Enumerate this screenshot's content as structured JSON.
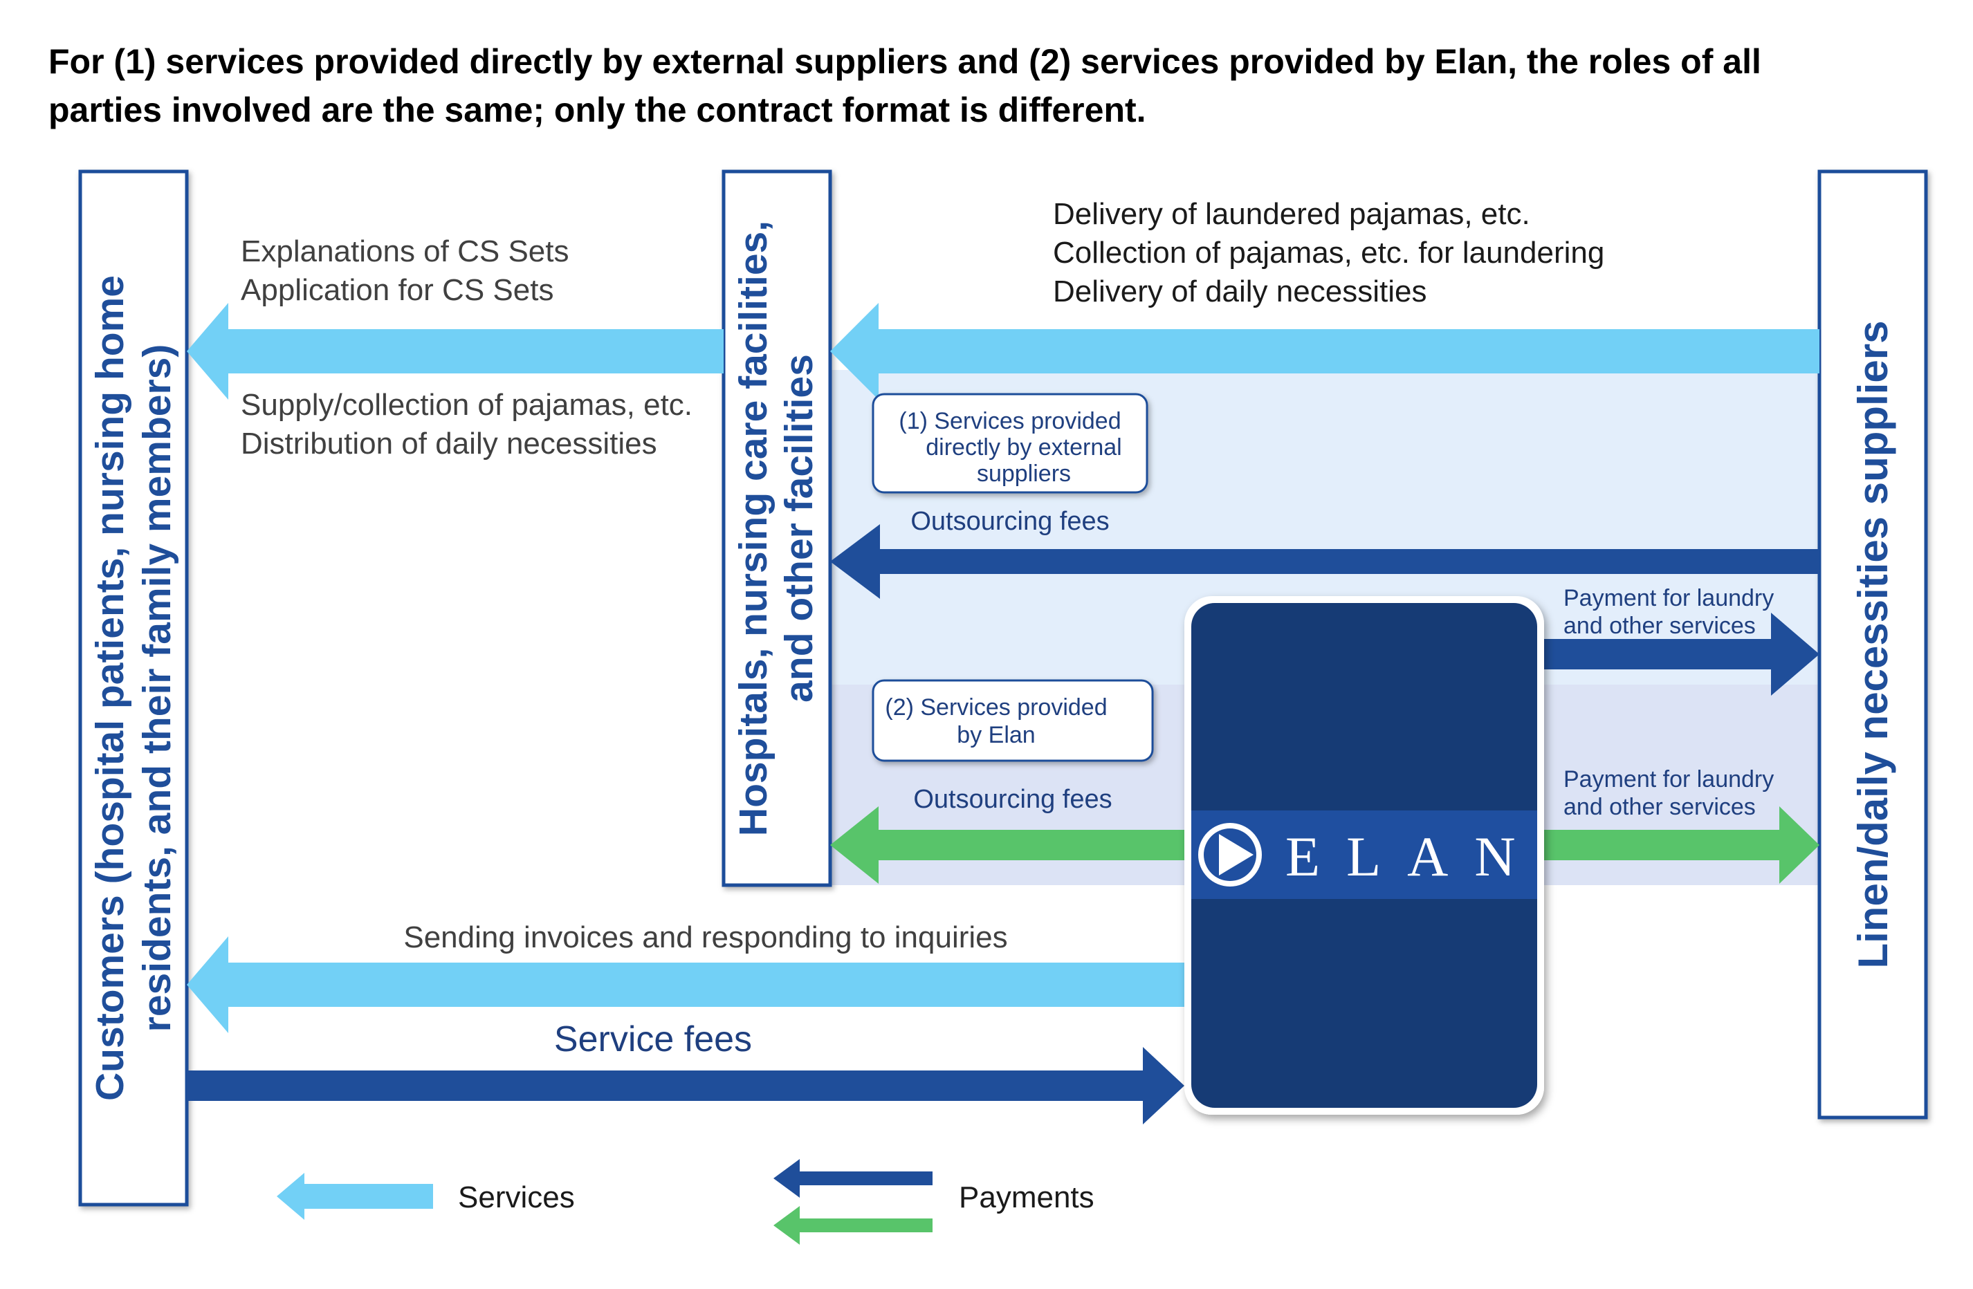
{
  "title_lines": [
    "For (1) services provided directly by external suppliers and (2) services provided by Elan, the roles of all",
    "parties involved are the same; only the contract format is different."
  ],
  "boxes": {
    "customers": [
      "Customers (hospital patients, nursing home",
      "residents, and their family members)"
    ],
    "hospitals": [
      "Hospitals, nursing care facilities,",
      "and other facilities"
    ],
    "suppliers": "Linen/daily necessities suppliers"
  },
  "labels": {
    "cs_explanations": "Explanations of CS Sets",
    "cs_application": "Application for CS Sets",
    "supply_collection": "Supply/collection of pajamas, etc.",
    "distribution": "Distribution of daily necessities",
    "delivery_pajamas": "Delivery of laundered pajamas, etc.",
    "collection_pajamas": "Collection of pajamas, etc. for laundering",
    "delivery_necessities": "Delivery of daily necessities",
    "case1": [
      "(1) Services provided",
      "directly by external",
      "suppliers"
    ],
    "case2": [
      "(2) Services provided",
      "by Elan"
    ],
    "outsourcing_fees_1": "Outsourcing fees",
    "outsourcing_fees_2": "Outsourcing fees",
    "payment_1": [
      "Payment for laundry",
      "and other services"
    ],
    "payment_2": [
      "Payment for laundry",
      "and other services"
    ],
    "invoices": "Sending invoices and responding to inquiries",
    "service_fees": "Service fees"
  },
  "logo_text": "ELAN",
  "legend": {
    "services": "Services",
    "payments": "Payments"
  },
  "colors": {
    "services_arrow": "#72d0f6",
    "payments_arrow": "#1f4e9a",
    "elan_payment_arrow": "#58c46a",
    "elan_box": "#173a74",
    "box_border": "#1f4e9a",
    "zone1_fill": "#e3eefb",
    "zone2_fill": "#dce3f5"
  }
}
